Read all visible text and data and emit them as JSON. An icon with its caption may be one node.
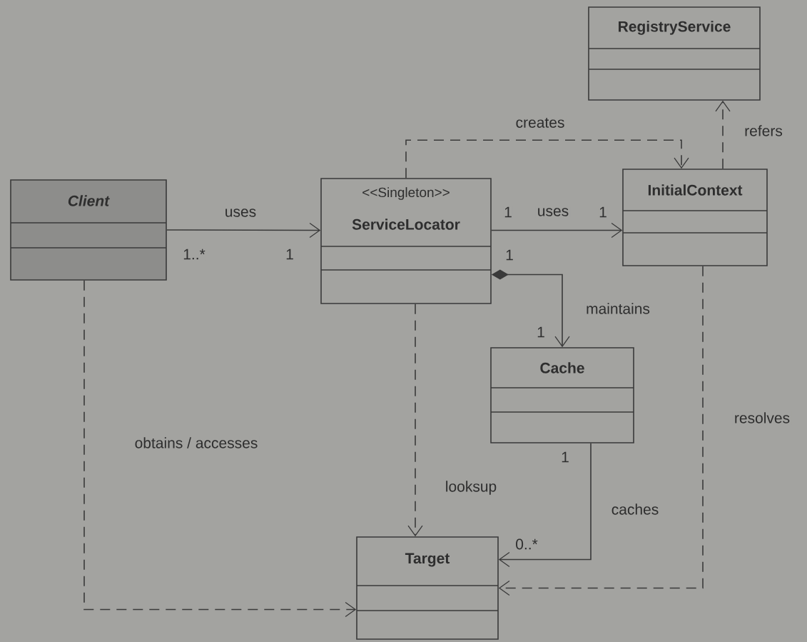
{
  "diagram": {
    "nodes": [
      {
        "text": [
          "RegistryService"
        ]
      },
      {
        "text": [
          "Client"
        ]
      },
      {
        "text": [
          "<<Singleton>>",
          "ServiceLocator"
        ]
      },
      {
        "text": [
          "InitialContext"
        ]
      },
      {
        "text": [
          "Cache"
        ]
      },
      {
        "text": [
          "Target"
        ]
      }
    ],
    "edges": [
      {
        "from": 1,
        "to": 2,
        "arrow": "to",
        "label": "uses"
      },
      {
        "from": 2,
        "to": 3,
        "arrow": "to",
        "label": "uses"
      },
      {
        "from": 2,
        "to": 3,
        "arrow": "to",
        "label": "creates",
        "style": "dashed"
      },
      {
        "from": 3,
        "to": 0,
        "arrow": "to",
        "label": "refers",
        "style": "dashed"
      },
      {
        "from": 2,
        "to": 4,
        "arrow": "to",
        "label": "maintains"
      },
      {
        "from": 4,
        "to": 5,
        "arrow": "to",
        "label": "caches"
      },
      {
        "from": 2,
        "to": 5,
        "arrow": "to",
        "label": "looksup",
        "style": "dashed"
      },
      {
        "from": 3,
        "to": 5,
        "arrow": "to",
        "label": "resolves",
        "style": "dashed"
      },
      {
        "from": 1,
        "to": 5,
        "arrow": "to",
        "label": "obtains / accesses",
        "style": "dashed"
      }
    ],
    "labels": [
      "1",
      "1",
      "1..*",
      "1",
      "1",
      "1",
      "1",
      "0..*"
    ]
  }
}
